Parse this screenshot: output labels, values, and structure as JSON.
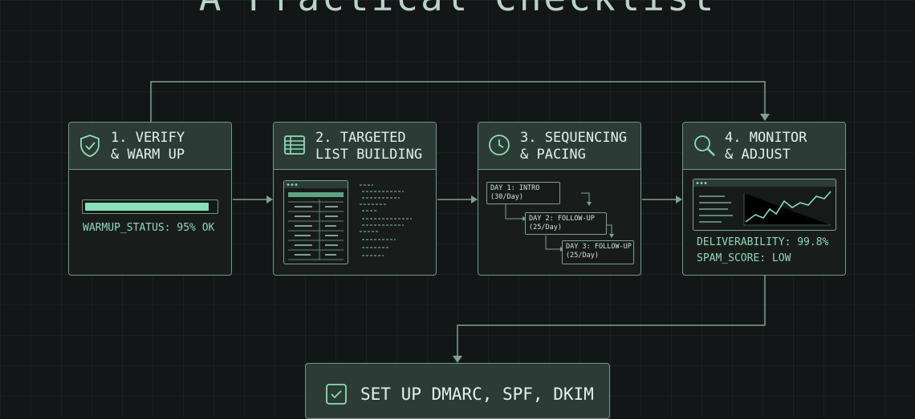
{
  "title": "A Practical Checklist",
  "steps": [
    {
      "title_line1": "1. VERIFY",
      "title_line2": "& WARM UP",
      "icon": "shield-check-icon",
      "status": "WARMUP_STATUS: 95% OK",
      "progress": 0.95
    },
    {
      "title_line1": "2. TARGETED",
      "title_line2": "LIST BUILDING",
      "icon": "table-icon"
    },
    {
      "title_line1": "3. SEQUENCING",
      "title_line2": "& PACING",
      "icon": "clock-icon",
      "sequence": [
        {
          "line1": "DAY 1: INTRO",
          "line2": "(30/Day)"
        },
        {
          "line1": "DAY 2: FOLLOW-UP",
          "line2": "(25/Day)"
        },
        {
          "line1": "DAY 3: FOLLOW-UP",
          "line2": "(25/Day)"
        }
      ]
    },
    {
      "title_line1": "4. MONITOR",
      "title_line2": "& ADJUST",
      "icon": "magnifier-icon",
      "stat1": "DELIVERABILITY: 99.8%",
      "stat2": "SPAM_SCORE: LOW"
    }
  ],
  "final_step": {
    "label": "SET UP DMARC, SPF, DKIM",
    "icon": "checkbox-icon"
  },
  "colors": {
    "accent": "#88e0b8",
    "border": "#6f9a86",
    "header": "#2d3b36",
    "background": "#121616"
  }
}
